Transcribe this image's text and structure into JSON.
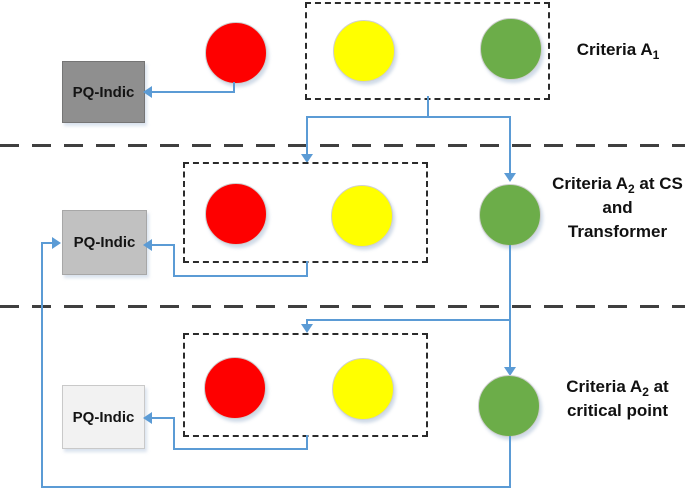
{
  "colors": {
    "connector": "#5b9bd5",
    "red": "#fe0000",
    "yellow": "#ffff00",
    "green": "#6cad49",
    "pq_dark": "#8f8f8f",
    "pq_medium": "#c1c1c1",
    "pq_light": "#f2f2f2"
  },
  "row1": {
    "pq_label": "PQ-Indic",
    "label_pre": "Criteria A",
    "label_sub": "1",
    "label_post": ""
  },
  "row2": {
    "pq_label": "PQ-Indic",
    "label_line1_pre": "Criteria A",
    "label_line1_sub": "2",
    "label_line1_post": " at CS",
    "label_line2": "and",
    "label_line3": "Transformer"
  },
  "row3": {
    "pq_label": "PQ-Indic",
    "label_line1_pre": "Criteria A",
    "label_line1_sub": "2",
    "label_line1_post": " at",
    "label_line2": "critical point"
  }
}
